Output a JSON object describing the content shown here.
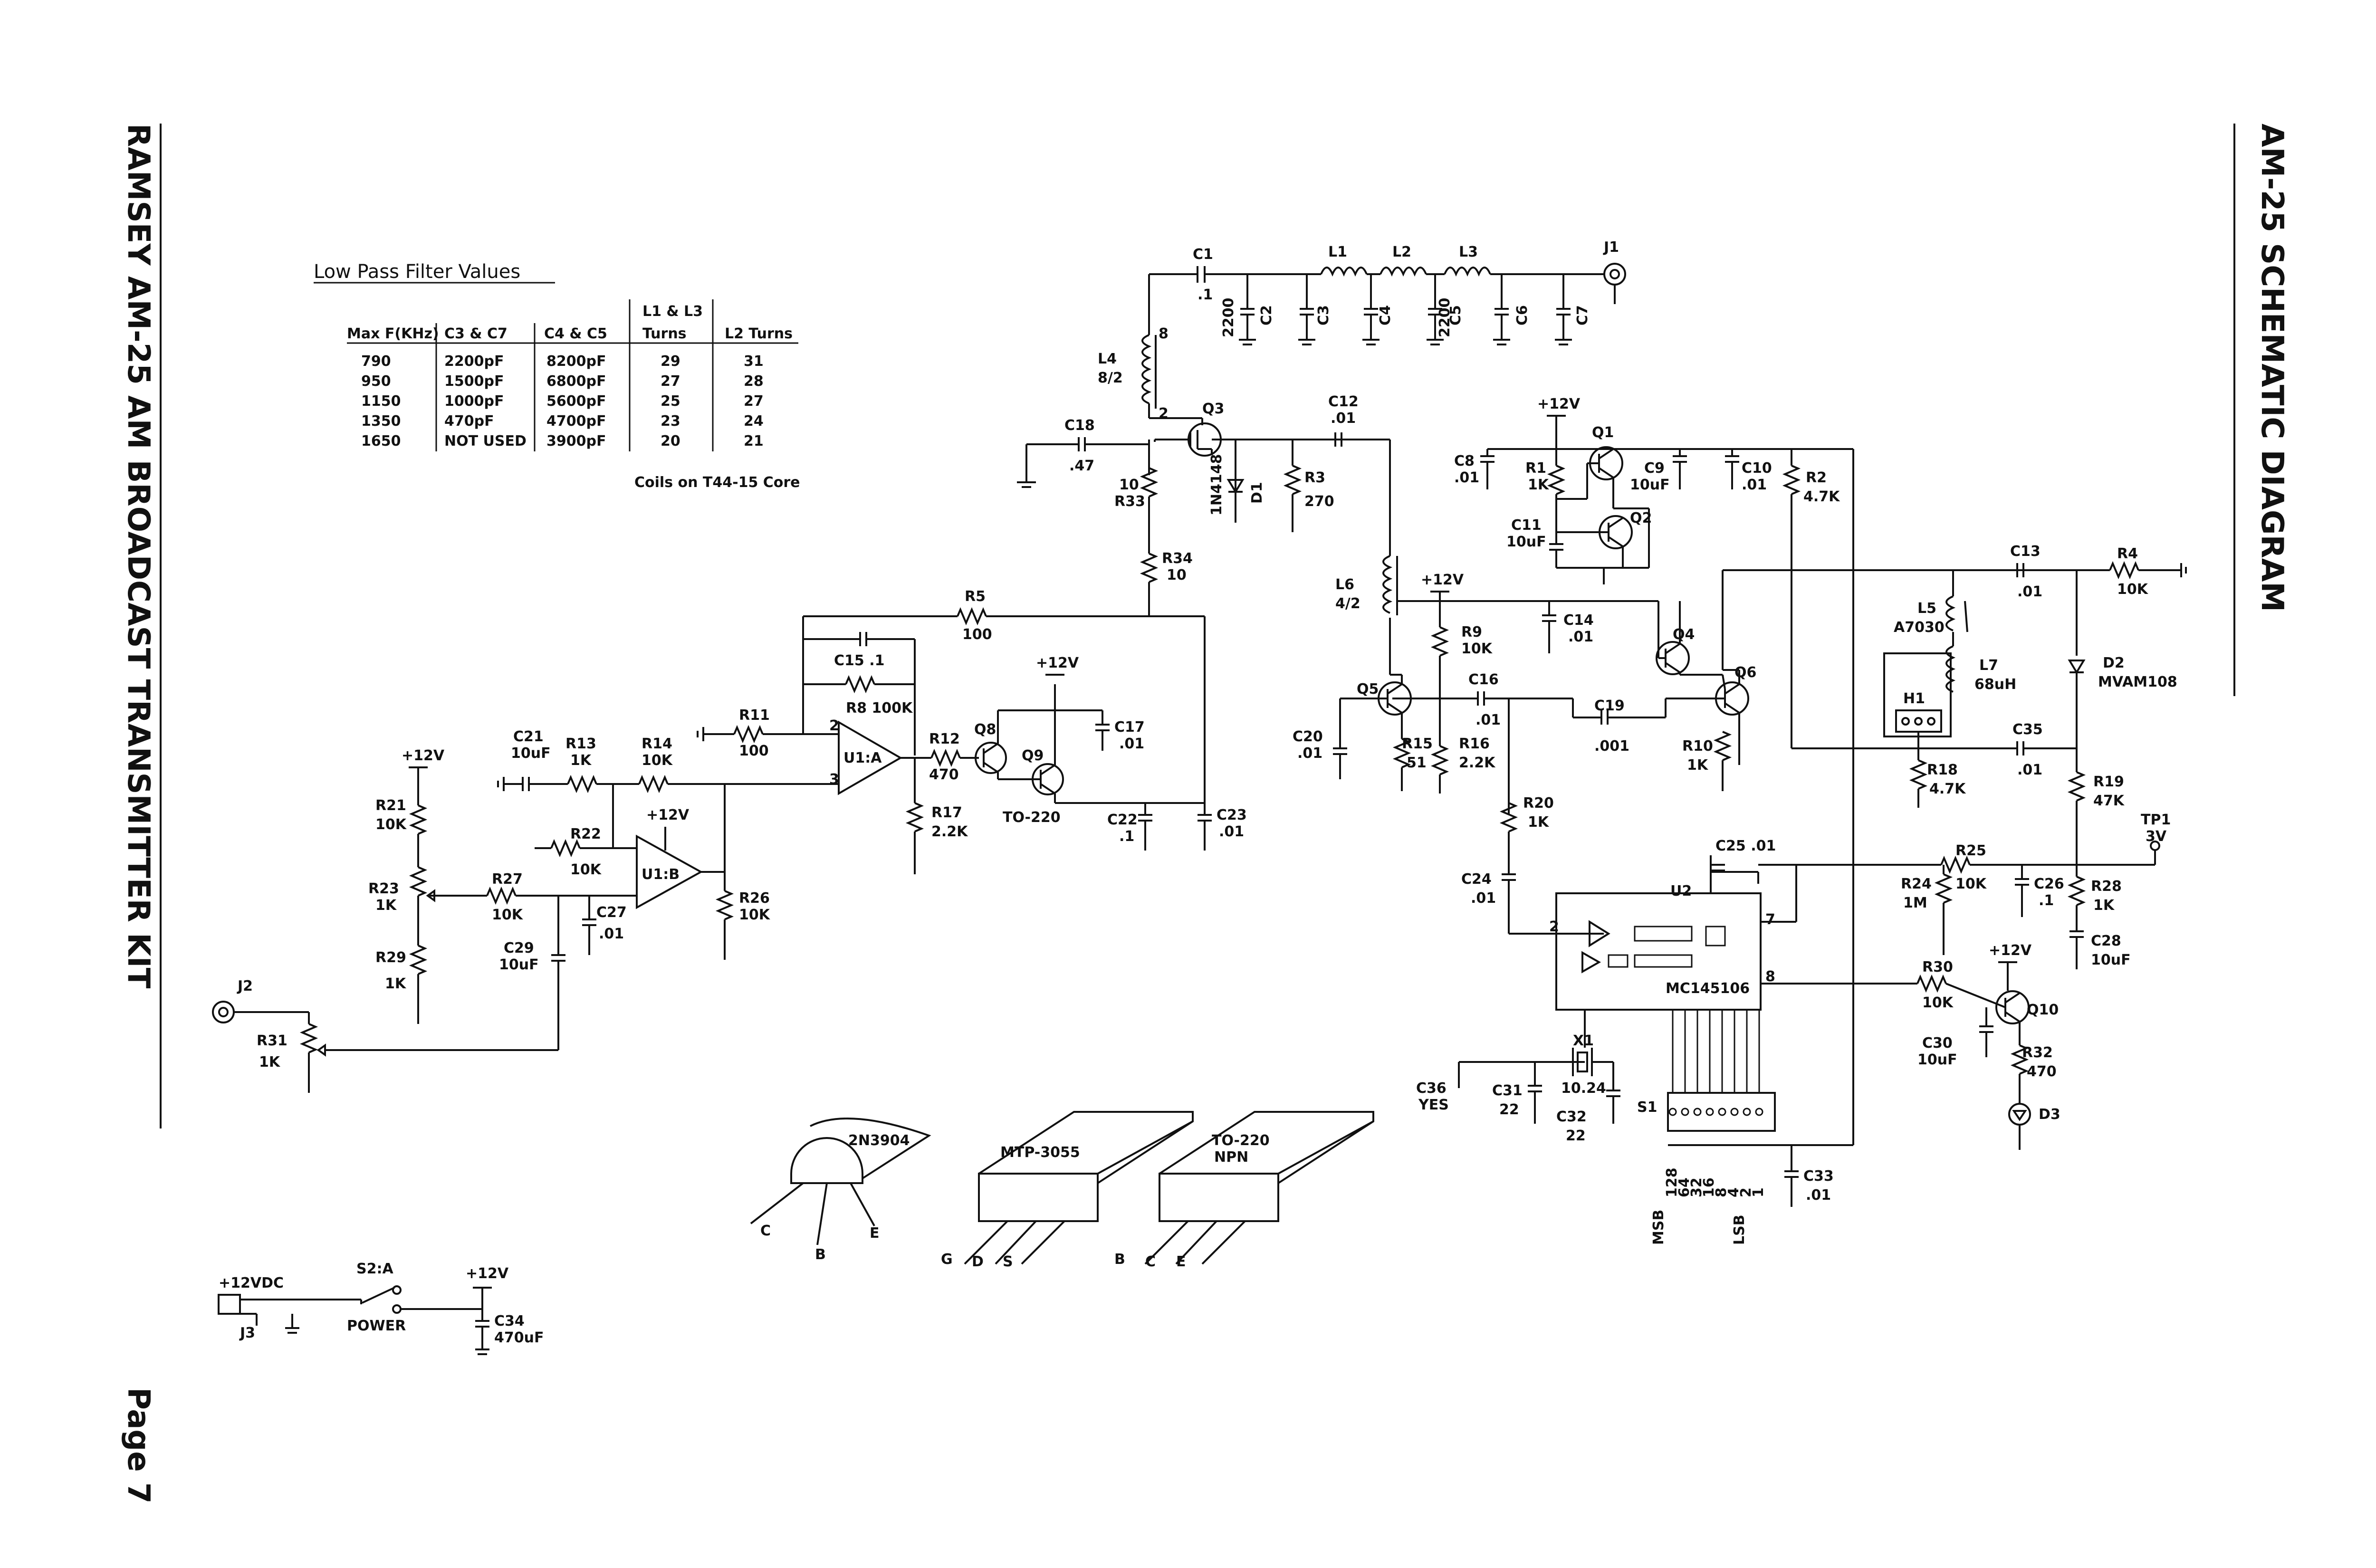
{
  "side_titles": {
    "left": "RAMSEY AM-25 AM BROADCAST TRANSMITTER KIT",
    "right": "AM-25 SCHEMATIC DIAGRAM",
    "page": "Page 7"
  },
  "filter_table": {
    "title": "Low Pass Filter Values",
    "group_header": "L1 & L3",
    "headers": [
      "Max F(KHz)",
      "C3 & C7",
      "C4 & C5",
      "Turns",
      "L2 Turns"
    ],
    "rows": [
      [
        "790",
        "2200pF",
        "8200pF",
        "29",
        "31"
      ],
      [
        "950",
        "1500pF",
        "6800pF",
        "27",
        "28"
      ],
      [
        "1150",
        "1000pF",
        "5600pF",
        "25",
        "27"
      ],
      [
        "1350",
        "470pF",
        "4700pF",
        "23",
        "24"
      ],
      [
        "1650",
        "NOT USED",
        "3900pF",
        "20",
        "21"
      ]
    ],
    "footnote": "Coils on T44-15 Core"
  },
  "components": {
    "c1": [
      "C1",
      ".1"
    ],
    "c2": [
      "2200",
      "C2"
    ],
    "c3": "C3",
    "c4": "C4",
    "c5": "C5",
    "c6": [
      "2200",
      "C6"
    ],
    "c7": "C7",
    "l1": "L1",
    "l2": "L2",
    "l3": "L3",
    "j1": "J1",
    "l4": [
      "L4",
      "8/2",
      "8",
      "2"
    ],
    "q3": "Q3",
    "c18": [
      "C18",
      ".47"
    ],
    "r33": [
      "10",
      "R33"
    ],
    "d1": [
      "1N4148",
      "D1"
    ],
    "r3": [
      "R3",
      "270"
    ],
    "c12": [
      "C12",
      ".01"
    ],
    "r34": [
      "R34",
      "10"
    ],
    "r5": [
      "R5",
      "100"
    ],
    "c15": "C15 .1",
    "r8": "R8 100K",
    "r11": [
      "R11",
      "100"
    ],
    "u1a": "U1:A",
    "r12": [
      "R12",
      "470"
    ],
    "q8": "Q8",
    "q9": "Q9",
    "plus12": "+12V",
    "c17": [
      "C17",
      ".01"
    ],
    "r17": [
      "R17",
      "2.2K"
    ],
    "to220_label": "TO-220",
    "c22": [
      "C22",
      ".1"
    ],
    "c23": [
      "C23",
      ".01"
    ],
    "c21": [
      "C21",
      "10uF"
    ],
    "r13": [
      "R13",
      "1K"
    ],
    "r14": [
      "R14",
      "10K"
    ],
    "r21": [
      "R21",
      "10K"
    ],
    "r22": [
      "R22",
      "10K"
    ],
    "u1b": "U1:B",
    "r23": [
      "R23",
      "1K"
    ],
    "r27": [
      "R27",
      "10K"
    ],
    "c27": [
      "C27",
      ".01"
    ],
    "r26": [
      "R26",
      "10K"
    ],
    "r29": [
      "R29",
      "1K"
    ],
    "c29": [
      "C29",
      "10uF"
    ],
    "j2": "J2",
    "r31": [
      "R31",
      "1K"
    ],
    "c8": [
      "C8",
      ".01"
    ],
    "r1": [
      "R1",
      "1K"
    ],
    "q1": "Q1",
    "c9": [
      "C9",
      "10uF"
    ],
    "c10": [
      "C10",
      ".01"
    ],
    "r2": [
      "R2",
      "4.7K"
    ],
    "c11": [
      "C11",
      "10uF"
    ],
    "q2": "Q2",
    "l6": [
      "L6",
      "4/2"
    ],
    "r9": [
      "R9",
      "10K"
    ],
    "c14": [
      "C14",
      ".01"
    ],
    "q4": "Q4",
    "q6": "Q6",
    "c16": [
      "C16",
      ".01"
    ],
    "q5": "Q5",
    "c19": [
      "C19",
      ".001"
    ],
    "c20": [
      "C20",
      ".01"
    ],
    "r15": [
      "R15",
      "51"
    ],
    "r16": [
      "R16",
      "2.2K"
    ],
    "r10": [
      "R10",
      "1K"
    ],
    "r20": [
      "R20",
      "1K"
    ],
    "c24": [
      "C24",
      ".01"
    ],
    "c13": [
      "C13",
      ".01"
    ],
    "r4": [
      "R4",
      "10K"
    ],
    "l5": [
      "L5",
      "A7030"
    ],
    "l7": [
      "L7",
      "68uH"
    ],
    "h1": "H1",
    "d2": [
      "D2",
      "MVAM108"
    ],
    "c35": [
      "C35",
      ".01"
    ],
    "r18": [
      "R18",
      "4.7K"
    ],
    "r19": [
      "R19",
      "47K"
    ],
    "tp1": [
      "TP1",
      "3V"
    ],
    "c25": "C25 .01",
    "u2": "U2",
    "r25": [
      "R25",
      "10K"
    ],
    "r24": [
      "R24",
      "1M"
    ],
    "c26": [
      "C26",
      ".1"
    ],
    "r28": [
      "R28",
      "1K"
    ],
    "c28": [
      "C28",
      "10uF"
    ],
    "mc": "MC145106",
    "r30": [
      "R30",
      "10K"
    ],
    "q10": "Q10",
    "c30": [
      "C30",
      "10uF"
    ],
    "r32": [
      "R32",
      "470"
    ],
    "d3": "D3",
    "c36": [
      "C36",
      "YES"
    ],
    "c31": [
      "C31",
      "22"
    ],
    "x1": [
      "X1",
      "10.24"
    ],
    "c32": [
      "C32",
      "22"
    ],
    "s1": "S1",
    "c33": [
      "C33",
      ".01"
    ],
    "msb": "MSB",
    "lsb": "LSB",
    "s1_bits": [
      "128",
      "64",
      "32",
      "16",
      "8",
      "4",
      "2",
      "1"
    ],
    "pkg_2n3904": [
      "2N3904",
      "C",
      "B",
      "E"
    ],
    "pkg_mtp": [
      "MTP-3055",
      "G",
      "D",
      "S"
    ],
    "pkg_to220": [
      "TO-220",
      "NPN",
      "B",
      "C",
      "E"
    ],
    "power": {
      "jack_v": "+12VDC",
      "j3": "J3",
      "s2": "S2:A",
      "power": "POWER",
      "v12": "+12V",
      "c34": [
        "C34",
        "470uF"
      ]
    }
  }
}
